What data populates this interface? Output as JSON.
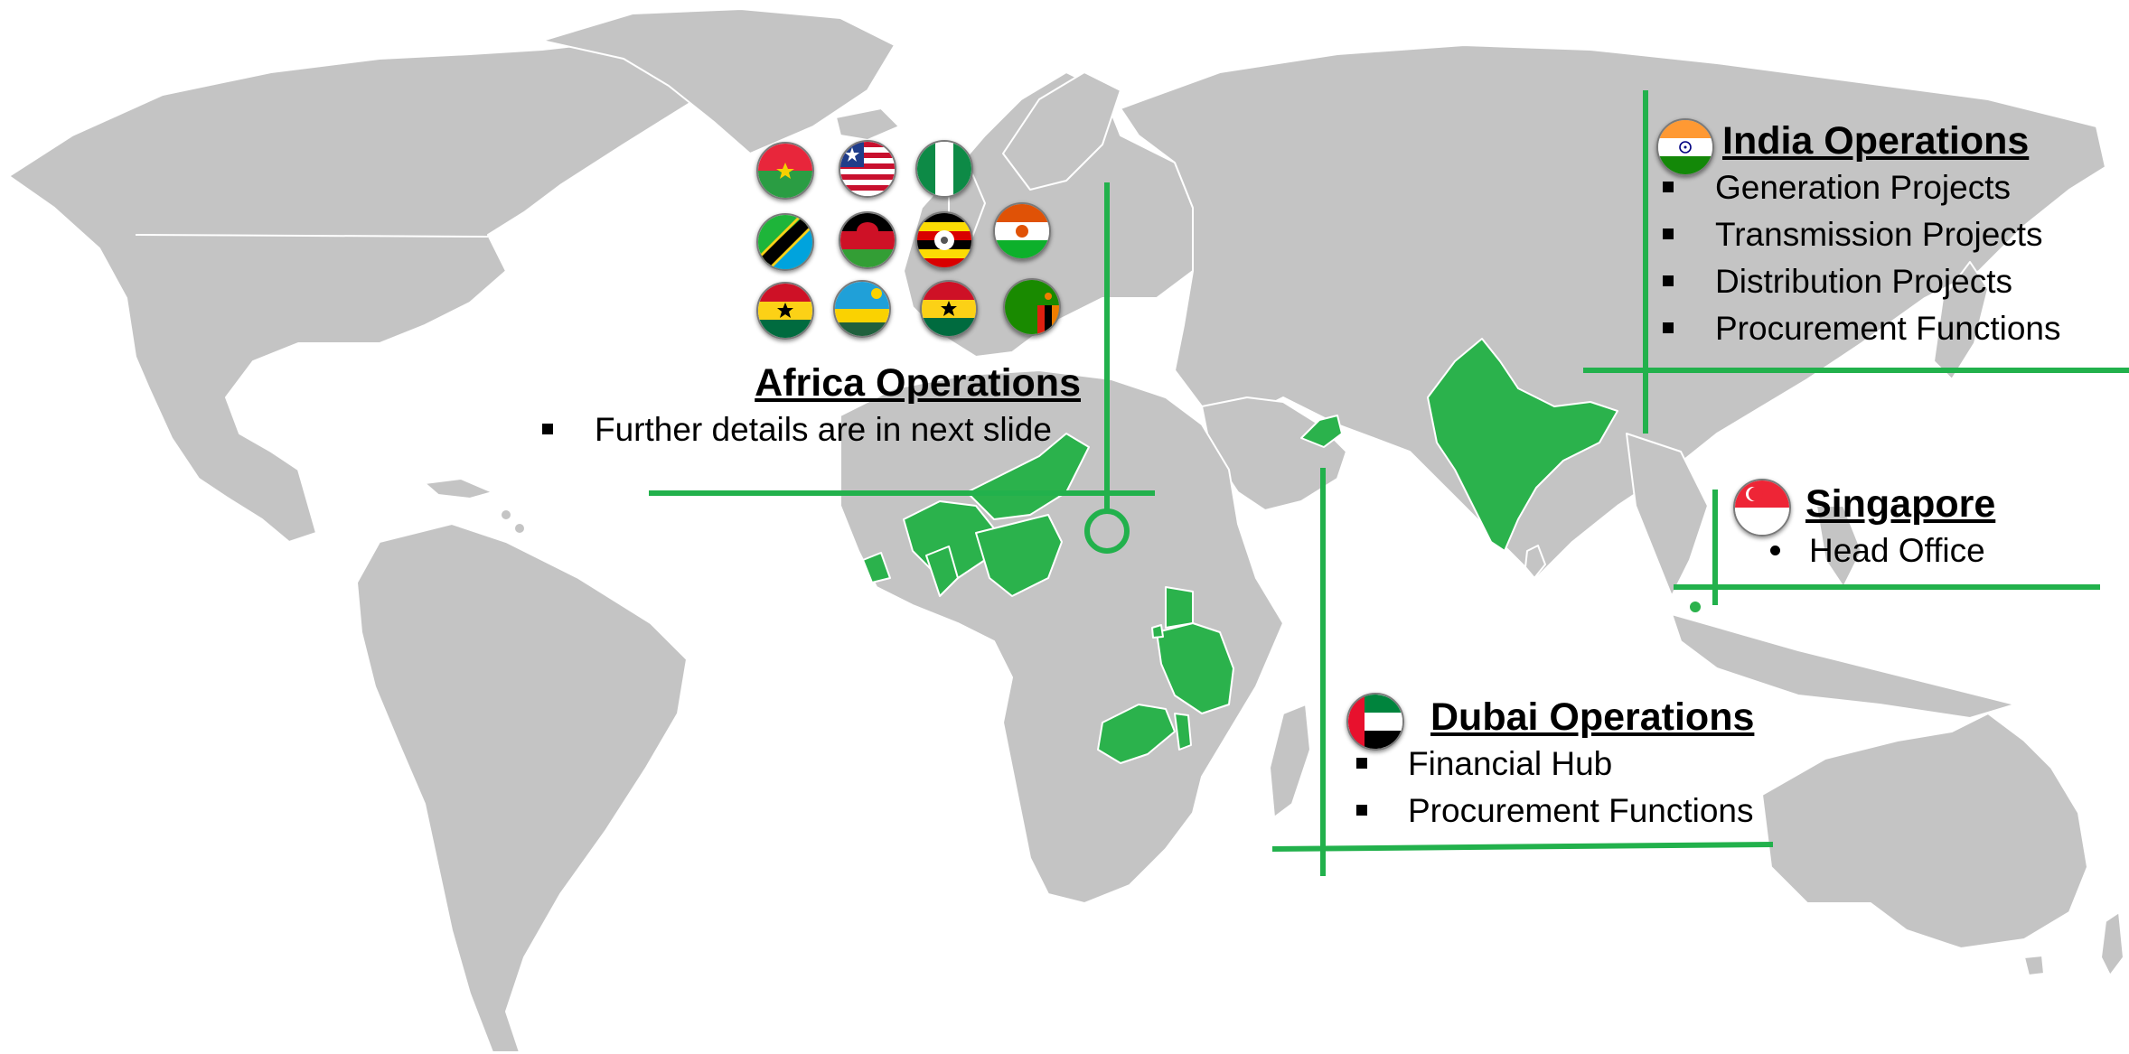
{
  "colors": {
    "land": "#c4c4c4",
    "highlight": "#2bb24c",
    "leader": "#22b14c",
    "text": "#000000"
  },
  "africa": {
    "title": "Africa Operations",
    "items": [
      "Further details are in next slide"
    ],
    "flags": [
      "burkina-faso-flag",
      "liberia-flag",
      "nigeria-flag",
      "tanzania-flag",
      "malawi-flag",
      "uganda-flag",
      "niger-flag",
      "ghana-flag",
      "rwanda-flag",
      "ghana-flag",
      "zambia-flag"
    ]
  },
  "india": {
    "title": "India Operations",
    "items": [
      "Generation Projects",
      "Transmission Projects",
      "Distribution Projects",
      "Procurement Functions"
    ],
    "flag": "india-flag"
  },
  "singapore": {
    "title": "Singapore",
    "items": [
      "Head Office"
    ],
    "flag": "singapore-flag"
  },
  "dubai": {
    "title": "Dubai Operations",
    "items": [
      "Financial Hub",
      "Procurement Functions"
    ],
    "flag": "uae-flag"
  }
}
